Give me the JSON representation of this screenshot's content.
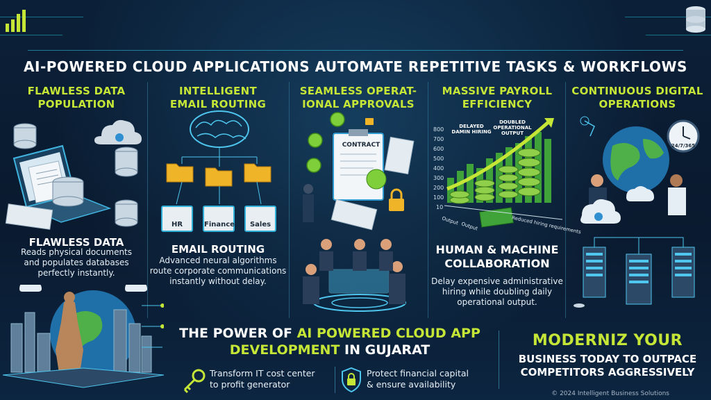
{
  "title": "AI-POWERED CLOUD APPLICATIONS AUTOMATE REPETITIVE TASKS & WORKFLOWS",
  "columns": [
    {
      "heading_line1": "FLAWLESS DATA",
      "heading_line2": "POPULATION",
      "sub_heading": "FLAWLESS DATA",
      "desc_line1": "Reads physical documents",
      "desc_line2": "and populates databases",
      "desc_line3": "perfectly instantly."
    },
    {
      "heading_line1": "INTELLIGENT",
      "heading_line2": "EMAIL ROUTING",
      "departments": [
        "HR",
        "Finance",
        "Sales"
      ],
      "sub_heading": "EMAIL ROUTING",
      "desc_line1": "Advanced neural algorithms",
      "desc_line2": "route corporate communications",
      "desc_line3": "instantly without delay."
    },
    {
      "heading_line1": "SEAMLESS OPERAT-",
      "heading_line2": "IONAL APPROVALS",
      "contract_label": "CONTRACT"
    },
    {
      "heading_line1": "MASSIVE PAYROLL",
      "heading_line2": "EFFICIENCY",
      "chart_ticks": [
        "800",
        "700",
        "600",
        "500",
        "400",
        "300",
        "200",
        "100",
        "10"
      ],
      "annot_left_line1": "DELAYED",
      "annot_left_line2": "DAMIN HIRING",
      "annot_right_line1": "DOUBLED",
      "annot_right_line2": "OPERATIONAL",
      "annot_right_line3": "OUTPUT",
      "axis_left": "Output",
      "axis_mid": "Output",
      "axis_right": "Reduced hiring requirements",
      "sub_heading_line1": "HUMAN & MACHINE",
      "sub_heading_line2": "COLLABORATION",
      "desc_line1": "Delay expensive administrative",
      "desc_line2": "hiring while doubling daily",
      "desc_line3": "operational output."
    },
    {
      "heading_line1": "CONTINUOUS DIGITAL",
      "heading_line2": "OPERATIONS",
      "clock_label": "24/7/365"
    }
  ],
  "bottom": {
    "power_prefix": "THE POWER OF ",
    "power_highlight_1": "AI POWERED CLOUD APP",
    "power_highlight_2": "DEVELOPMENT",
    "power_suffix": " IN GUJARAT",
    "benefit1_line1": "Transform IT cost center",
    "benefit1_line2": "to profit generator",
    "benefit2_line1": "Protect financial capital",
    "benefit2_line2": "& ensure availability",
    "modern_big": "MODERNIZ YOUR",
    "modern_sub_line1": "BUSINESS TODAY TO OUTPACE",
    "modern_sub_line2": "COMPETITORS AGGRESSIVELY",
    "copyright": "© 2024 Intelligent Business Solutions"
  },
  "colors": {
    "accent_green": "#c5e637",
    "accent_cyan": "#2fb9d6",
    "background": "#0a1a2f"
  }
}
